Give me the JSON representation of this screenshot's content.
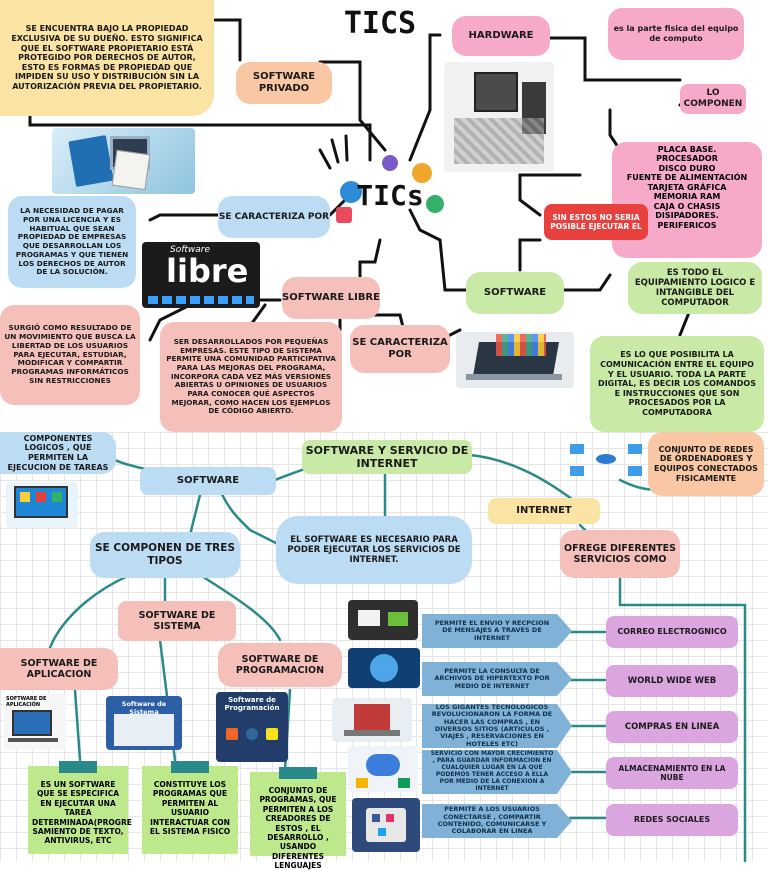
{
  "title": "TICS",
  "center_logo": "TICs",
  "top": {
    "software_privado_desc": "SE ENCUENTRA BAJO LA PROPIEDAD EXCLUSIVA DE SU DUEÑO. ESTO SIGNIFICA QUE EL SOFTWARE PROPIETARIO ESTÁ PROTEGIDO POR DERECHOS DE AUTOR, ESTO ES FORMAS DE PROPIEDAD QUE IMPIDEN SU USO Y DISTRIBUCIÓN SIN LA AUTORIZACIÓN PREVIA DEL PROPIETARIO.",
    "software_privado": "SOFTWARE PRIVADO",
    "se_caracteriza_por_1": "SE CARACTERIZA POR",
    "privado_caracteristica": "LA NECESIDAD DE PAGAR POR UNA LICENCIA Y ES HABITUAL QUE SEAN PROPIEDAD DE EMPRESAS QUE DESARROLLAN LOS PROGRAMAS Y QUE TIENEN LOS DERECHOS DE AUTOR DE LA SOLUCIÓN.",
    "software_libre": "SOFTWARE LIBRE",
    "libre_logo_small": "Software",
    "libre_logo_big": "libre",
    "libre_origen": "SURGIÓ COMO RESULTADO DE UN MOVIMIENTO QUE BUSCA LA LIBERTAD DE LOS USUARIOS PARA EJECUTAR, ESTUDIAR, MODIFICAR Y COMPARTIR PROGRAMAS INFORMÁTICOS SIN RESTRICCIONES",
    "libre_desc": "SER DESARROLLADOS POR PEQUEÑAS EMPRESAS. ESTE TIPO DE SISTEMA PERMITE UNA COMUNIDAD PARTICIPATIVA PARA LAS MEJORAS DEL PROGRAMA, INCORPORA CADA VEZ MÁS VERSIONES ABIERTAS U OPINIONES DE USUARIOS PARA CONOCER QUÉ ASPECTOS MEJORAR, COMO HACEN LOS EJEMPLOS DE CÓDIGO ABIERTO.",
    "se_caracteriza_por_2": "SE CARACTERIZA POR",
    "hardware": "HARDWARE",
    "hardware_desc": "es la parte fisica del equipo de computo",
    "lo_componen": "LO COMPONEN",
    "componentes": [
      "PLACA BASE.",
      "PROCESADOR",
      "DISCO DURO",
      "FUENTE DE ALIMENTACIÓN",
      "TARJETA GRÁFICA",
      "MEMORIA RAM",
      "CAJA O CHASIS",
      "DISIPADORES.",
      "PERIFERICOS"
    ],
    "sin_estos": "SIN ESTOS NO SERIA POSIBLE EJECUTAR EL",
    "software": "SOFTWARE",
    "software_desc": "ES TODO EL EQUIPAMIENTO LOGICO E INTANGIBLE DEL COMPUTADOR",
    "software_comunicacion": "ES LO QUE POSIBILITA LA COMUNICACIÓN ENTRE EL EQUIPO Y EL USUARIO. TODA LA PARTE DIGITAL, ES DECIR LOS COMANDOS E INSTRUCCIONES QUE SON PROCESADOS POR LA COMPUTADORA"
  },
  "bottom": {
    "componentes_logicos": "COMPONENTES LOGICOS , QUE PERMITEN LA EJECUCION DE TAREAS",
    "software_label": "SOFTWARE",
    "main_title": "SOFTWARE Y SERVICIO DE INTERNET",
    "conjunto_redes": "CONJUNTO DE REDES DE ORDENADORES Y EQUIPOS CONECTADOS FISICAMENTE",
    "internet": "INTERNET",
    "necesario": "EL SOFTWARE ES NECESARIO PARA PODER EJECUTAR LOS SERVICIOS DE INTERNET.",
    "se_componen": "SE COMPONEN DE TRES TIPOS",
    "ofrece": "OFREGE DIFERENTES SERVICIOS COMO",
    "software_sistema": "SOFTWARE DE SISTEMA",
    "software_aplicacion": "SOFTWARE DE APLICACION",
    "software_programacion": "SOFTWARE DE PROGRAMACION",
    "aplicacion_img_label": "SOFTWARE DE APLICACIÓN",
    "sistema_img_label": "Software de Sistema",
    "programacion_img_label": "Software de Programación",
    "aplicacion_desc": "ES UN SOFTWARE QUE SE ESPECIFICA EN EJECUTAR UNA TAREA DETERMINADA(PROGRE SAMIENTO DE TEXTO, ANTIVIRUS, ETC",
    "sistema_desc": "CONSTITUYE LOS PROGRAMAS QUE PERMITEN AL USUARIO INTERACTUAR CON EL SISTEMA FISICO",
    "programacion_desc": "CONJUNTO DE PROGRAMAS, QUE PERMITEN A LOS CREADORES DE ESTOS , EL DESARROLLO , USANDO DIFERENTES LENGUAJES",
    "services": [
      {
        "desc": "PERMITE EL ENVIO Y RECPCION DE MENSAJES A TRAVES DE INTERNET",
        "name": "CORREO ELECTROGNICO"
      },
      {
        "desc": "PERMITE LA CONSULTA DE ARCHIVOS DE HIPERTEXTO POR MEDIO DE INTERNET",
        "name": "WORLD WIDE WEB"
      },
      {
        "desc": "LOS GIGANTES TECNOLOGICOS REVOLUCIONARON LA FORMA DE HACER LAS COMPRAS , EN DIVERSOS SITIOS (ARTICULOS , VIAJES , RESERVACIONES EN HOTELES ETC)",
        "name": "COMPRAS EN LINEA"
      },
      {
        "desc": "SERVICIO CON MAYOR CRECIMIENTO , PARA GUARDAR INFORMACION EN CUALQUIER LUGAR EN LA QUE PODEMOS TENER ACCESO A ELLA POR MEDIO DE LA CONEXION A INTERNET",
        "name": "ALMACENAMIENTO EN LA NUBE"
      },
      {
        "desc": "PERMITE A LOS USUARIOS CONECTARSE , COMPARTIR CONTENIDO, COMUNICARSE Y COLABORAR EN LINEA",
        "name": "REDES SOCIALES"
      }
    ]
  },
  "colors": {
    "pink": "#f7a9c9",
    "peach": "#f9c7a3",
    "blue": "#bcdcf4",
    "green": "#c9e9a6",
    "purple": "#dba6e0",
    "red": "#e8403d",
    "teal": "#2a8a8a"
  }
}
